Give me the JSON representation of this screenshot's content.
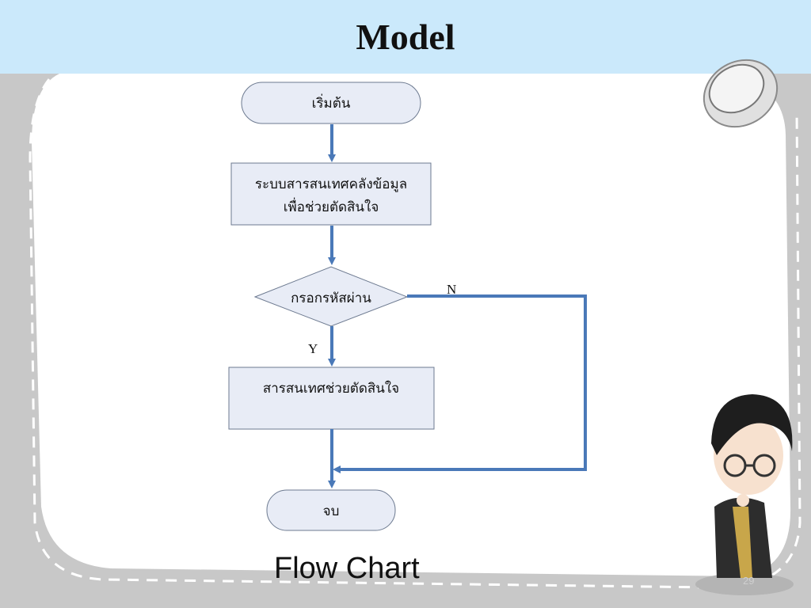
{
  "slide": {
    "title": "Model",
    "caption": "Flow Chart",
    "page_number": "29"
  },
  "flowchart": {
    "start": "เริ่มต้น",
    "process1_line1": "ระบบสารสนเทศคลังข้อมูล",
    "process1_line2": "เพื่อช่วยตัดสินใจ",
    "decision": "กรอกรหัสผ่าน",
    "yes_label": "Y",
    "no_label": "N",
    "process2": "สารสนเทศช่วยตัดสินใจ",
    "end": "จบ"
  },
  "colors": {
    "title_bar": "#cbe9fb",
    "arrow": "#4a79b8",
    "node_fill": "#e8ecf6",
    "node_stroke": "#6d7a90"
  }
}
